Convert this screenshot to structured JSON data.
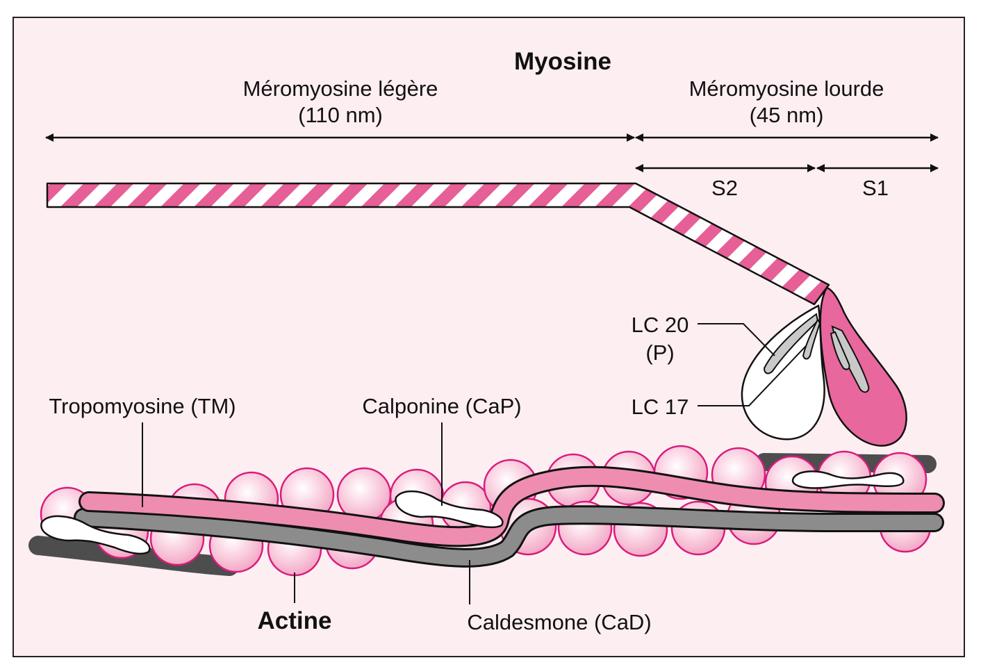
{
  "title": "Myosine",
  "myosin": {
    "lmm_label": "Méromyosine légère",
    "lmm_length": "(110 nm)",
    "hmm_label": "Méromyosine lourde",
    "hmm_length": "(45 nm)",
    "s2": "S2",
    "s1": "S1",
    "lc20": "LC 20",
    "lc20_p": "(P)",
    "lc17": "LC 17"
  },
  "thin_filament": {
    "tropomyosin": "Tropomyosine (TM)",
    "calponin": "Calponine (CaP)",
    "actin": "Actine",
    "caldesmon": "Caldesmone (CaD)"
  },
  "colors": {
    "background": "#fdeef1",
    "accent": "#e65f96",
    "tropomyosin": "#ee8db0",
    "caldesmon": "#8c8c8c",
    "actin_ring": "#d81b7d"
  }
}
